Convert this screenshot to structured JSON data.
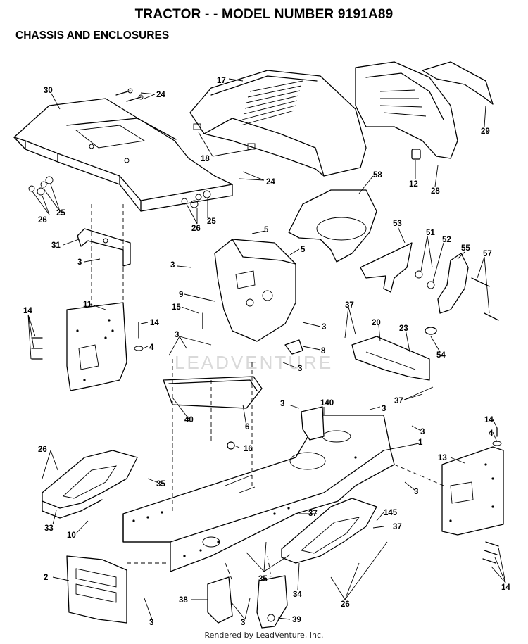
{
  "title": "TRACTOR - - MODEL NUMBER 9191A89",
  "subtitle": "CHASSIS AND ENCLOSURES",
  "watermark": "LEADVENTURE",
  "footer": "Rendered by LeadVenture, Inc.",
  "part_labels": [
    {
      "id": "p30a",
      "text": "30"
    },
    {
      "id": "p24a",
      "text": "24"
    },
    {
      "id": "p17",
      "text": "17"
    },
    {
      "id": "p29",
      "text": "29"
    },
    {
      "id": "p18",
      "text": "18"
    },
    {
      "id": "p12",
      "text": "12"
    },
    {
      "id": "p28",
      "text": "28"
    },
    {
      "id": "p24b",
      "text": "24"
    },
    {
      "id": "p58",
      "text": "58"
    },
    {
      "id": "p25a",
      "text": "25"
    },
    {
      "id": "p26a",
      "text": "26"
    },
    {
      "id": "p26b",
      "text": "26"
    },
    {
      "id": "p25b",
      "text": "25"
    },
    {
      "id": "p5a",
      "text": "5"
    },
    {
      "id": "p5b",
      "text": "5"
    },
    {
      "id": "p53",
      "text": "53"
    },
    {
      "id": "p51",
      "text": "51"
    },
    {
      "id": "p52",
      "text": "52"
    },
    {
      "id": "p55",
      "text": "55"
    },
    {
      "id": "p57",
      "text": "57"
    },
    {
      "id": "p31",
      "text": "31"
    },
    {
      "id": "p3a",
      "text": "3"
    },
    {
      "id": "p3b",
      "text": "3"
    },
    {
      "id": "p9",
      "text": "9"
    },
    {
      "id": "p11",
      "text": "11"
    },
    {
      "id": "p14a",
      "text": "14"
    },
    {
      "id": "p15",
      "text": "15"
    },
    {
      "id": "p14b",
      "text": "14"
    },
    {
      "id": "p4a",
      "text": "4"
    },
    {
      "id": "p3c",
      "text": "3"
    },
    {
      "id": "p37a",
      "text": "37"
    },
    {
      "id": "p20",
      "text": "20"
    },
    {
      "id": "p23",
      "text": "23"
    },
    {
      "id": "p54",
      "text": "54"
    },
    {
      "id": "p8",
      "text": "8"
    },
    {
      "id": "p3d",
      "text": "3"
    },
    {
      "id": "p3e",
      "text": "3"
    },
    {
      "id": "p37b",
      "text": "37"
    },
    {
      "id": "p40",
      "text": "40"
    },
    {
      "id": "p6",
      "text": "6"
    },
    {
      "id": "p3f",
      "text": "3"
    },
    {
      "id": "p140",
      "text": "140"
    },
    {
      "id": "p3g",
      "text": "3"
    },
    {
      "id": "p3h",
      "text": "3"
    },
    {
      "id": "p14c",
      "text": "14"
    },
    {
      "id": "p4b",
      "text": "4"
    },
    {
      "id": "p1",
      "text": "1"
    },
    {
      "id": "p16",
      "text": "16"
    },
    {
      "id": "p26c",
      "text": "26"
    },
    {
      "id": "p13",
      "text": "13"
    },
    {
      "id": "p3i",
      "text": "3"
    },
    {
      "id": "p35a",
      "text": "35"
    },
    {
      "id": "p33",
      "text": "33"
    },
    {
      "id": "p10",
      "text": "10"
    },
    {
      "id": "p37c",
      "text": "37"
    },
    {
      "id": "p145",
      "text": "145"
    },
    {
      "id": "p37d",
      "text": "37"
    },
    {
      "id": "p2",
      "text": "2"
    },
    {
      "id": "p35b",
      "text": "35"
    },
    {
      "id": "p34",
      "text": "34"
    },
    {
      "id": "p26d",
      "text": "26"
    },
    {
      "id": "p14d",
      "text": "14"
    },
    {
      "id": "p38",
      "text": "38"
    },
    {
      "id": "p3j",
      "text": "3"
    },
    {
      "id": "p39",
      "text": "39"
    },
    {
      "id": "p3k",
      "text": "3"
    }
  ]
}
